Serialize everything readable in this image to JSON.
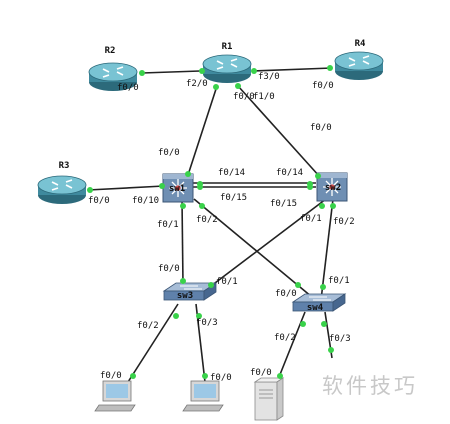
{
  "watermark": "软件技巧",
  "colors": {
    "link": "#222222",
    "port_dot": "#39d24a",
    "router_body": "#3f8a9e",
    "router_top": "#79c3d3",
    "switch_body": "#5f81ab",
    "l3_switch": "#6f8fb3",
    "pc_screen": "#9cc8e6"
  },
  "devices": [
    {
      "id": "R2",
      "kind": "router",
      "label": "R2",
      "icon": "router-icon"
    },
    {
      "id": "R1",
      "kind": "router",
      "label": "R1",
      "icon": "router-icon"
    },
    {
      "id": "R4",
      "kind": "router",
      "label": "R4",
      "icon": "router-icon"
    },
    {
      "id": "R3",
      "kind": "router",
      "label": "R3",
      "icon": "router-icon"
    },
    {
      "id": "SW1",
      "kind": "l3switch",
      "label": "sw1",
      "icon": "multilayer-switch-icon"
    },
    {
      "id": "SW2",
      "kind": "l3switch",
      "label": "sw2",
      "icon": "multilayer-switch-icon"
    },
    {
      "id": "SW3",
      "kind": "switch",
      "label": "sw3",
      "icon": "switch-icon"
    },
    {
      "id": "SW4",
      "kind": "switch",
      "label": "sw4",
      "icon": "switch-icon"
    },
    {
      "id": "PC1",
      "kind": "pc",
      "label": "",
      "icon": "pc-icon"
    },
    {
      "id": "PC2",
      "kind": "pc",
      "label": "",
      "icon": "pc-icon"
    },
    {
      "id": "SRV",
      "kind": "server",
      "label": "",
      "icon": "server-icon"
    }
  ],
  "links": [
    {
      "from": "R2",
      "to": "R1",
      "from_port": "f0/0",
      "to_port": "f2/0"
    },
    {
      "from": "R1",
      "to": "R4",
      "from_port": "f3/0",
      "to_port": "f0/0"
    },
    {
      "from": "R1",
      "to": "SW1",
      "from_port": "f0/0",
      "to_port": "f0/0"
    },
    {
      "from": "R1",
      "to": "SW2",
      "from_port": "f1/0",
      "to_port": "f0/0"
    },
    {
      "from": "R3",
      "to": "SW1",
      "from_port": "f0/0",
      "to_port": "f0/10"
    },
    {
      "from": "SW1",
      "to": "SW2",
      "from_port": "f0/14",
      "to_port": "f0/14"
    },
    {
      "from": "SW1",
      "to": "SW2",
      "from_port": "f0/15",
      "to_port": "f0/15"
    },
    {
      "from": "SW1",
      "to": "SW3",
      "from_port": "f0/1",
      "to_port": "f0/0"
    },
    {
      "from": "SW1",
      "to": "SW4",
      "from_port": "f0/2",
      "to_port": "f0/0"
    },
    {
      "from": "SW2",
      "to": "SW3",
      "from_port": "f0/1",
      "to_port": "f0/1"
    },
    {
      "from": "SW2",
      "to": "SW4",
      "from_port": "f0/2",
      "to_port": "f0/1"
    },
    {
      "from": "SW3",
      "to": "PC1",
      "from_port": "f0/2",
      "to_port": "f0/0"
    },
    {
      "from": "SW3",
      "to": "PC2",
      "from_port": "f0/3",
      "to_port": "f0/0"
    },
    {
      "from": "SW4",
      "to": "SRV",
      "from_port": "f0/2",
      "to_port": "f0/0"
    },
    {
      "from": "SW4",
      "to": "",
      "from_port": "f0/3",
      "to_port": ""
    }
  ]
}
